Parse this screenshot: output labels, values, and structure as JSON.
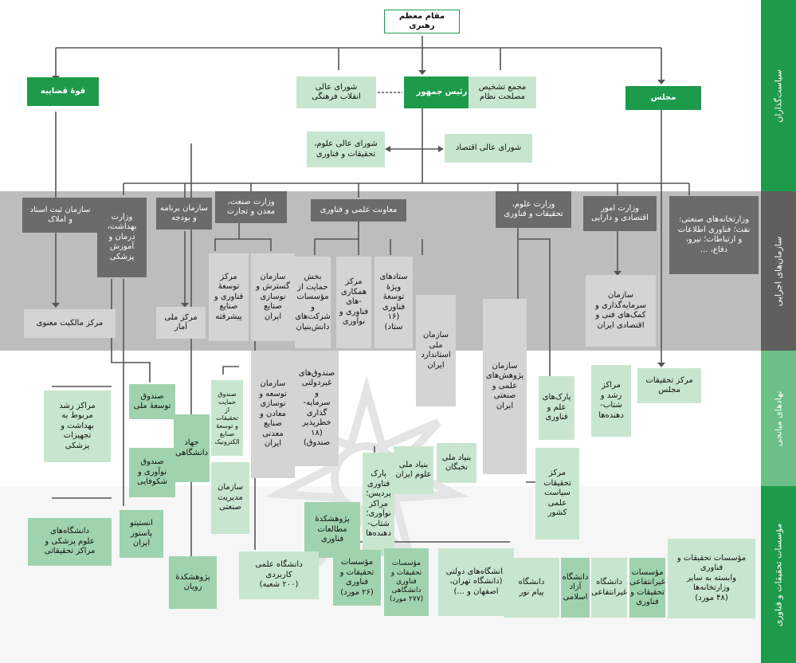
{
  "sidebar": {
    "policy": "سیاست‌گذاران",
    "executive": "سازمان‌های اجرایی",
    "intermediary": "نهادهای میانجی",
    "research": "مؤسسات تحقیقات و فناوری"
  },
  "colors": {
    "dark_green": "#1e9a4b",
    "light_green": "#c8e6cf",
    "mid_green": "#9fd3ae",
    "dark_gray": "#6b6b6b",
    "light_gray": "#d4d4d4",
    "band_gray": "#bdbdbd"
  },
  "nodes": {
    "leader": "مقام معظم رهبری",
    "judiciary": "قوهٔ قضاییه",
    "cultural_council": "شورای عالی\nانقلاب فرهنگی",
    "president": "رئیس جمهور",
    "expediency": "مجمع تشخیص\nمصلحت نظام",
    "parliament": "مجلس",
    "science_council": "شورای عالی علوم،\nتحقیقات و فناوری",
    "economy_council": "شورای عالی اقتصاد",
    "registration_org": "سازمان ثبت اسناد\nو املاک",
    "health_ministry": "وزارت\nبهداشت،\nدرمان و\nآموزش\nپزشکی",
    "plan_budget": "سازمان برنامه\nو بودجه",
    "industry_ministry": "وزارت صنعت،\nمعدن و تجارت",
    "sci_tech_vp": "معاونت علمی و فناوری",
    "science_ministry": "وزارت علوم،\nتحقیقات و فناوری",
    "economy_ministry": "وزارت امور\nاقتصادی و دارایی",
    "industrial_ministries": "وزارتخانه‌های صنعتی:\nنفت؛ فناوری اطلاعات\nو ارتباطات؛ نیرو،\nدفاع، ...",
    "ip_center": "مرکز مالکیت معنوی",
    "statistics_center": "مرکز ملی\nآمار",
    "adv_industries_center": "مرکز\nتوسعهٔ\nفناوری و\nصنایع\nپیشرفته",
    "idro": "سازمان\nگسترش و\nنوسازی\nصنایع\nایران",
    "kb_support": "بخش\nحمایت از\nمؤسسات\nو\nشرکت‌های\nدانش‌بنیان",
    "tech_coop_center": "مرکز\nهمکاری\n-های\nفناوری و\nنوآوری",
    "special_hq": "ستادهای\nویژهٔ\nتوسعهٔ\nفناوری\n(۱۶\nستاد)",
    "standards_org": "سازمان\nملی\nاستاندارد\nایران",
    "irost": "سازمان\nپژوهش‌های\nعلمی و\nصنعتی\nایران",
    "investment_org": "سازمان\nسرمایه‌گذاری و\nکمک‌های فنی و\nاقتصادی ایران",
    "national_dev_fund": "صندوق\nتوسعهٔ ملی",
    "rd_support_fund": "صندوق\nحمایت\nاز تحقیقات\nو توسعهٔ\nصنایع\nالکترونیک",
    "mining_org": "سازمان\nتوسعه و\nنوسازی\nمعادن و\nصنایع\nمعدنی\nایران",
    "vc_funds": "صندوق‌های\nغیردولتی\nو\nسرمایه-\nگذاری\nخطرپذیر\n(۱۸\nصندوق)",
    "science_parks": "پارک‌های\nعلم و\nفناوری",
    "incubators": "مراکز\nرشد و\nشتاب-\nدهنده‌ها",
    "parliament_research": "مرکز تحقیقات\nمجلس",
    "health_incubators": "مراکز رشد\nمربوط به\nبهداشت و\nتجهیزات\nپزشکی",
    "innovation_fund": "صندوق\nنوآوری و\nشکوفایی",
    "jahad": "جهاد\nدانشگاهی",
    "industrial_mgmt": "سازمان\nمدیریت\nصنعتی",
    "pardis_park": "پارک\nفناوری\nپردیس؛\nمراکز\nنوآوری؛\nشتاب-\nدهنده‌ها",
    "iran_science_foundation": "بنیاد ملی\nعلوم ایران",
    "elites_foundation": "بنیاد ملی\nنخبگان",
    "policy_research_center": "مرکز\nتحقیقات\nسیاست\nعلمی\nکشور",
    "tech_studies_institute": "پژوهشکدهٔ\nمطالعات\nفناوری",
    "medical_universities": "دانشگاه‌های\nعلوم پزشکی و\nمراکز تحقیقاتی",
    "pasteur": "انستیتو پاستور\nایران",
    "royan": "پژوهشکدهٔ\nرویان",
    "applied_university": "دانشگاه علمی\nکاربردی\n(۲۰۰ شعبه)",
    "private_institutes": "مؤسسات\nتحقیقات و\nفناوری\n(۲۶ مورد)",
    "university_institutes": "مؤسسات\nتحقیقات و\nفناوری\nدانشگاهی\n(۲۷۷ مورد)",
    "state_universities": "دانشگاه‌های دولتی\n(دانشگاه تهران،\nاصفهان و ...)",
    "payam_noor": "دانشگاه\nپیام نور",
    "azad": "دانشگاه\nآزاد\nاسلامی",
    "nonprofit_university": "دانشگاه\nغیرانتفاعی",
    "nonprofit_institutes": "مؤسسات\nغیرانتفاعی\nتحقیقات و\nفناوری",
    "ministry_institutes": "مؤسسات تحقیقات و\nفناوری\nوابسته به سایر\nوزارتخانه‌ها\n(۴۸ مورد)"
  }
}
